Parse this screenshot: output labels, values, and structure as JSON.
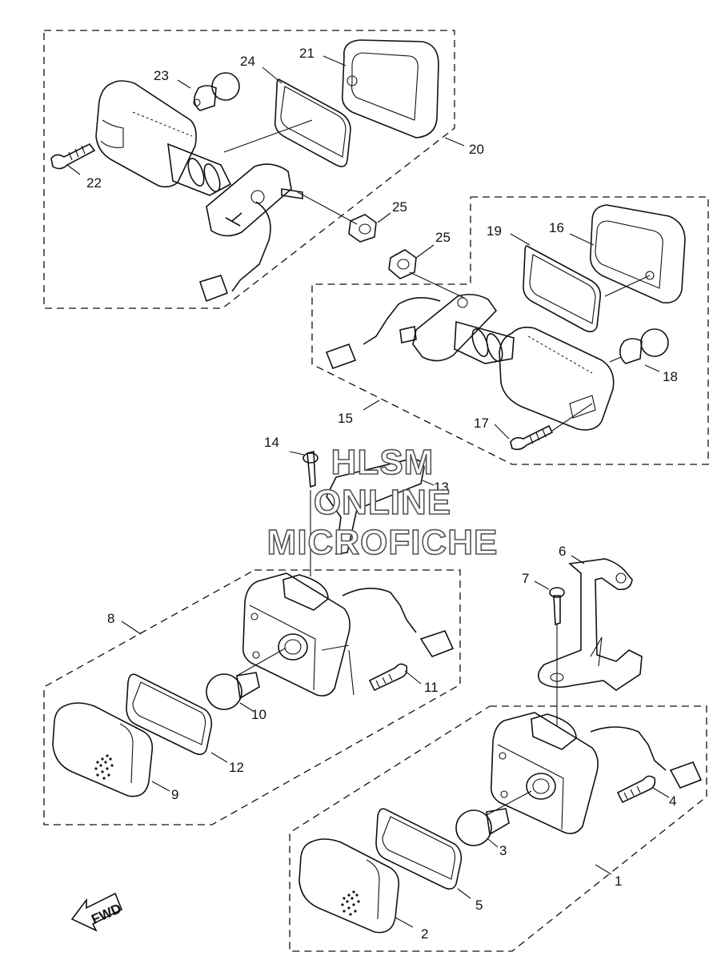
{
  "diagram": {
    "part_numbers": [
      "1",
      "2",
      "3",
      "4",
      "5",
      "6",
      "7",
      "8",
      "9",
      "10",
      "11",
      "12",
      "13",
      "14",
      "15",
      "16",
      "17",
      "18",
      "19",
      "20",
      "21",
      "22",
      "23",
      "24",
      "25",
      "25"
    ],
    "fwd_label": "FWD"
  },
  "watermark": {
    "line1": "HLSM",
    "line2": "ONLINE",
    "line3": "MICROFICHE"
  }
}
